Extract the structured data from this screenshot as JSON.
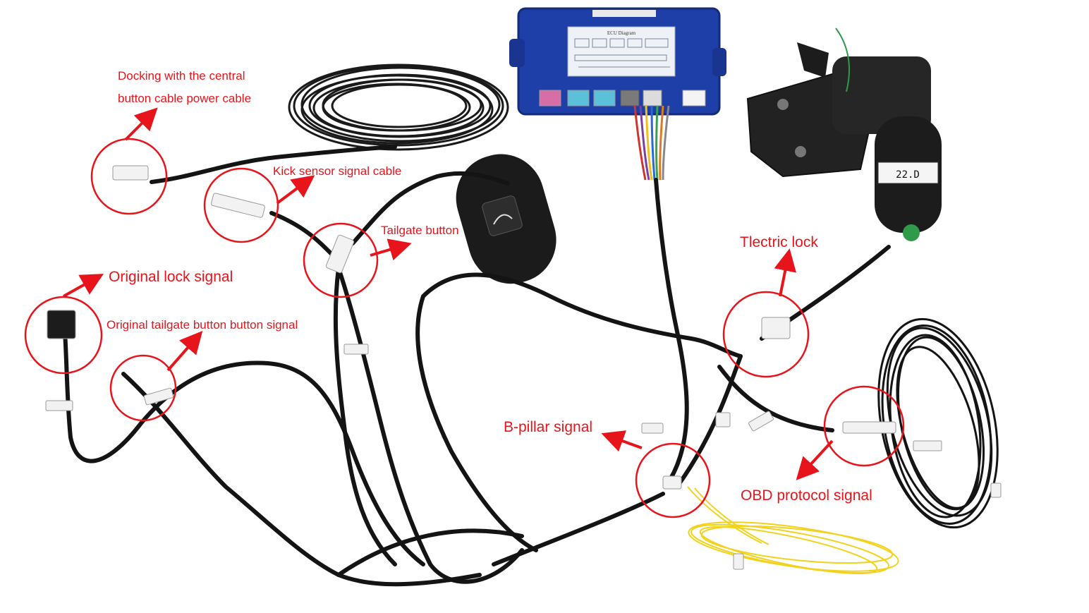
{
  "annotations": {
    "docking_line1": "Docking with the central",
    "docking_line2": "button cable power cable",
    "kick_sensor": "Kick sensor signal cable",
    "tailgate_button": "Tailgate button",
    "original_lock": "Original lock signal",
    "original_tailgate": "Original tailgate button button signal",
    "electric_lock": "Tlectric lock",
    "b_pillar": "B-pillar signal",
    "obd": "OBD protocol signal"
  },
  "ecu": {
    "panel_title": "ECU Diagram"
  },
  "lock_motor": {
    "marking": "22.D"
  },
  "colors": {
    "annotation_red": "#e8141b",
    "ecu_blue": "#1f3fa8",
    "cable_black": "#141414",
    "wire_yellow": "#f2d21b"
  }
}
